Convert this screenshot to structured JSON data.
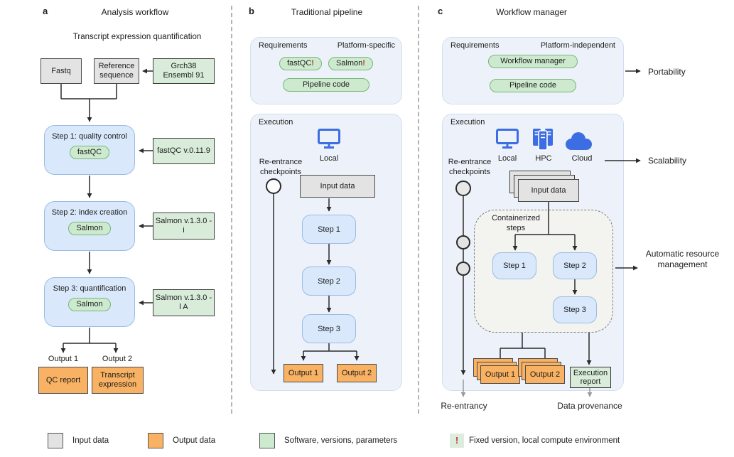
{
  "colors": {
    "panel_fill": "#edf2fa",
    "step_blue_fill": "#d9e8fb",
    "step_blue_border": "#9cbce4",
    "software_green_fill": "#cdeacf",
    "software_green_border": "#77b579",
    "note_green_fill": "#d8ecd9",
    "input_gray_fill": "#e3e3e3",
    "output_orange_fill": "#f9b263",
    "icon_blue": "#3d6de3",
    "alert_red": "#c0392b"
  },
  "panel_a": {
    "tag": "a",
    "title": "Analysis workflow",
    "subtitle": "Transcript expression quantification",
    "fastq": "Fastq",
    "reference": "Reference sequence",
    "genome": "Grch38 Ensembl 91",
    "steps": [
      {
        "title": "Step 1: quality control",
        "tool": "fastQC",
        "note": "fastQC v.0.11.9"
      },
      {
        "title": "Step 2: index creation",
        "tool": "Salmon",
        "note": "Salmon v.1.3.0 -i"
      },
      {
        "title": "Step 3: quantification",
        "tool": "Salmon",
        "note": "Salmon v.1.3.0 -l A"
      }
    ],
    "output1_label": "Output 1",
    "output2_label": "Output 2",
    "output1": "QC report",
    "output2": "Transcript expression"
  },
  "panel_b": {
    "tag": "b",
    "title": "Traditional pipeline",
    "requirements": {
      "label": "Requirements",
      "platform": "Platform-specific",
      "tool1": "fastQC",
      "tool1_mark": "!",
      "tool2": "Salmon",
      "tool2_mark": "!",
      "pipeline": "Pipeline code"
    },
    "execution": {
      "label": "Execution",
      "local": "Local",
      "checkpoints": "Re-entrance checkpoints",
      "input": "Input data",
      "steps": [
        "Step 1",
        "Step 2",
        "Step 3"
      ],
      "outputs": [
        "Output 1",
        "Output 2"
      ]
    }
  },
  "panel_c": {
    "tag": "c",
    "title": "Workflow manager",
    "requirements": {
      "label": "Requirements",
      "platform": "Platform-independent",
      "manager": "Workflow manager",
      "pipeline": "Pipeline code"
    },
    "execution": {
      "label": "Execution",
      "platforms": [
        "Local",
        "HPC",
        "Cloud"
      ],
      "checkpoints": "Re-entrance checkpoints",
      "input": "Input data",
      "containerized": "Containerized steps",
      "steps": [
        "Step 1",
        "Step 2",
        "Step 3"
      ],
      "outputs": [
        "Output 1",
        "Output 2"
      ],
      "report": "Execution report"
    },
    "reentrancy": "Re-entrancy",
    "provenance": "Data provenance"
  },
  "side_labels": {
    "portability": "Portability",
    "scalability": "Scalability",
    "auto_resource": "Automatic resource management"
  },
  "legend": {
    "input": "Input data",
    "output": "Output data",
    "software": "Software, versions, parameters",
    "fixed_mark": "!",
    "fixed": "Fixed version, local compute environment"
  }
}
